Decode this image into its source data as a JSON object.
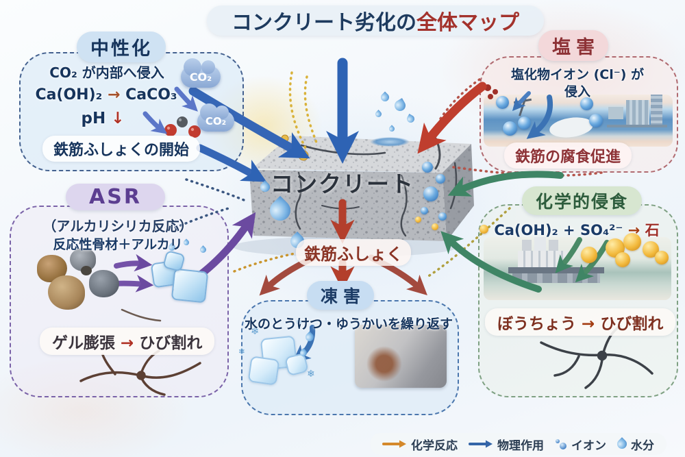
{
  "title": {
    "part1": "コンクリート劣化の",
    "part2": "全体マップ"
  },
  "center": {
    "block_label": "コンクリート",
    "corrosion_label": "鉄筋ふしょく"
  },
  "sections": {
    "neutralization": {
      "header": "中性化",
      "intrusion_line": "CO₂ が内部へ侵入",
      "reaction": {
        "left": "Ca(OH)₂",
        "arrow": "→",
        "right": "CaCO₃"
      },
      "ph": {
        "label": "pH",
        "arrow": "↓"
      },
      "result": "鉄筋ふしょくの開始",
      "cloud_label": "CO₂"
    },
    "salt": {
      "header": "塩害",
      "line1": "塩化物イオン (Cl⁻) が",
      "line2": "侵入",
      "result": "鉄筋の腐食促進"
    },
    "asr": {
      "header": "ASR",
      "subtitle": "（アルカリシリカ反応）",
      "line1": "反応性骨材＋アルカリ",
      "result": {
        "left": "ゲル膨張",
        "arrow": "→",
        "right": "ひび割れ"
      }
    },
    "chemical": {
      "header": "化学的侵食",
      "formula": {
        "left": "Ca(OH)₂ + SO₄²⁻",
        "arrow": "→",
        "right": "石"
      },
      "result": {
        "left": "ぼうちょう",
        "arrow": "→",
        "right": "ひび割れ"
      }
    },
    "freeze": {
      "header": "凍害",
      "line1": "水のとうけつ・ゆうかいを繰り返す"
    }
  },
  "legend": {
    "items": [
      {
        "icon": "orange-arrow",
        "label": "化学反応",
        "color": "#d4882a"
      },
      {
        "icon": "blue-arrow",
        "label": "物理作用",
        "color": "#3465a8"
      },
      {
        "icon": "ion-dots",
        "label": "イオン",
        "color": "#4a86c8"
      },
      {
        "icon": "water-drop",
        "label": "水分",
        "color": "#3b79bc"
      }
    ]
  },
  "colors": {
    "title_navy": "#1d3a5e",
    "title_red": "#a3322c",
    "neutral_accent": "#44618f",
    "salt_accent": "#8d3236",
    "asr_accent": "#5c3e91",
    "chem_accent": "#2d5c3c",
    "freeze_accent": "#1c3c66",
    "corrosion_red": "#8a3425",
    "physical_blue": "#2e63b4",
    "chemical_green": "#3f8565",
    "purple_arrow": "#6b4aa0",
    "red_arrow": "#bf3e2e"
  }
}
